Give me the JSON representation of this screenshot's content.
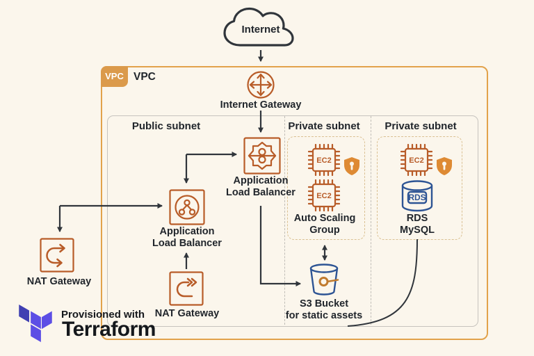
{
  "colors": {
    "background": "#FBF6EC",
    "vpc_border": "#E2A24B",
    "vpc_tag_bg": "#DB9A4B",
    "outline_grey": "#C6C3BE",
    "divider_grey": "#C0BDB7",
    "group_dashed": "#DAC092",
    "icon_orange": "#B85C28",
    "shield_orange": "#DE8A33",
    "db_blue": "#2D5494",
    "coin_orange": "#C07A2E",
    "arrow": "#30353B",
    "text": "#21262C",
    "terraform_dark": "#4040B2",
    "terraform_light": "#5C4EE5"
  },
  "internet": {
    "label": "Internet"
  },
  "vpc": {
    "tag": "VPC",
    "title": "VPC"
  },
  "igw": {
    "label": "Internet Gateway"
  },
  "subnets": {
    "public": {
      "label": "Public subnet"
    },
    "private1": {
      "label": "Private subnet"
    },
    "private2": {
      "label": "Private subnet"
    }
  },
  "nodes": {
    "alb_top": {
      "line1": "Application",
      "line2": "Load Balancer"
    },
    "alb_left": {
      "line1": "Application",
      "line2": "Load Balancer"
    },
    "nat_outer": {
      "label": "NAT Gateway"
    },
    "nat_inner": {
      "label": "NAT Gateway"
    },
    "asg": {
      "line1": "Auto Scaling",
      "line2": "Group"
    },
    "rds": {
      "line1": "RDS",
      "line2": "MySQL"
    },
    "s3": {
      "line1": "S3 Bucket",
      "line2": "for static assets"
    }
  },
  "icon_labels": {
    "ec2": "EC2",
    "rds": "RDS"
  },
  "badge": {
    "pretext": "Provisioned with",
    "brand": "Terraform"
  }
}
